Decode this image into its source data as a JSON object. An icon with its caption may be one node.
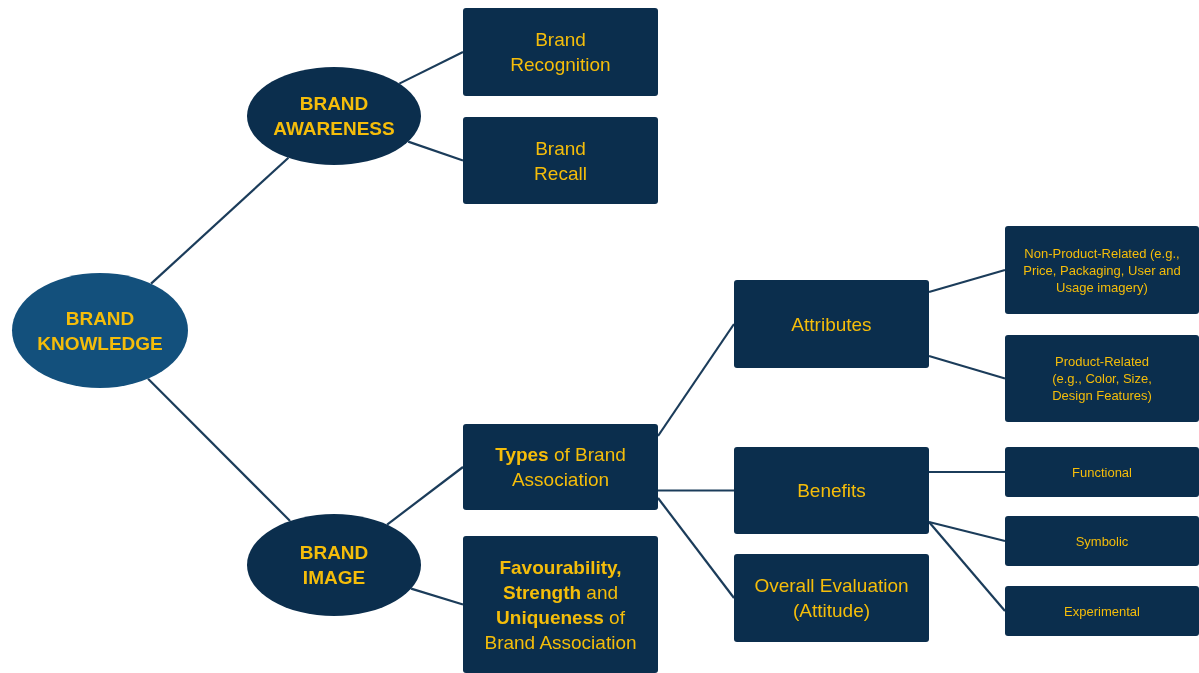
{
  "diagram": {
    "nodes": [
      {
        "text": [
          "BRAND KNOWLEDGE"
        ]
      },
      {
        "text": [
          "BRAND AWARENESS"
        ]
      },
      {
        "text": [
          "Brand Recognition"
        ]
      },
      {
        "text": [
          "Brand Recall"
        ]
      },
      {
        "text": [
          "BRAND IMAGE"
        ]
      },
      {
        "text": [
          "**Types** of Brand Association"
        ]
      },
      {
        "text": [
          "**Favourability,** **Strength** and **Uniqueness** of Brand Association"
        ]
      },
      {
        "text": [
          "Attributes"
        ]
      },
      {
        "text": [
          "Benefits"
        ]
      },
      {
        "text": [
          "Overall Evaluation (Attitude)"
        ]
      },
      {
        "text": [
          "Non-Product-Related (e.g., Price, Packaging, User and Usage imagery)"
        ]
      },
      {
        "text": [
          "Product-Related (e.g., Color, Size, Design Features)"
        ]
      },
      {
        "text": [
          "Functional"
        ]
      },
      {
        "text": [
          "Symbolic"
        ]
      },
      {
        "text": [
          "Experimental"
        ]
      }
    ],
    "edges": [
      {
        "from": 0,
        "to": 1,
        "arrow": "none"
      },
      {
        "from": 0,
        "to": 4,
        "arrow": "none"
      },
      {
        "from": 1,
        "to": 2,
        "arrow": "none"
      },
      {
        "from": 1,
        "to": 3,
        "arrow": "none"
      },
      {
        "from": 4,
        "to": 5,
        "arrow": "none"
      },
      {
        "from": 4,
        "to": 6,
        "arrow": "none"
      },
      {
        "from": 5,
        "to": 7,
        "arrow": "none"
      },
      {
        "from": 5,
        "to": 8,
        "arrow": "none"
      },
      {
        "from": 5,
        "to": 9,
        "arrow": "none"
      },
      {
        "from": 7,
        "to": 10,
        "arrow": "none"
      },
      {
        "from": 7,
        "to": 11,
        "arrow": "none"
      },
      {
        "from": 8,
        "to": 12,
        "arrow": "none"
      },
      {
        "from": 8,
        "to": 13,
        "arrow": "none"
      },
      {
        "from": 8,
        "to": 14,
        "arrow": "none"
      }
    ]
  }
}
